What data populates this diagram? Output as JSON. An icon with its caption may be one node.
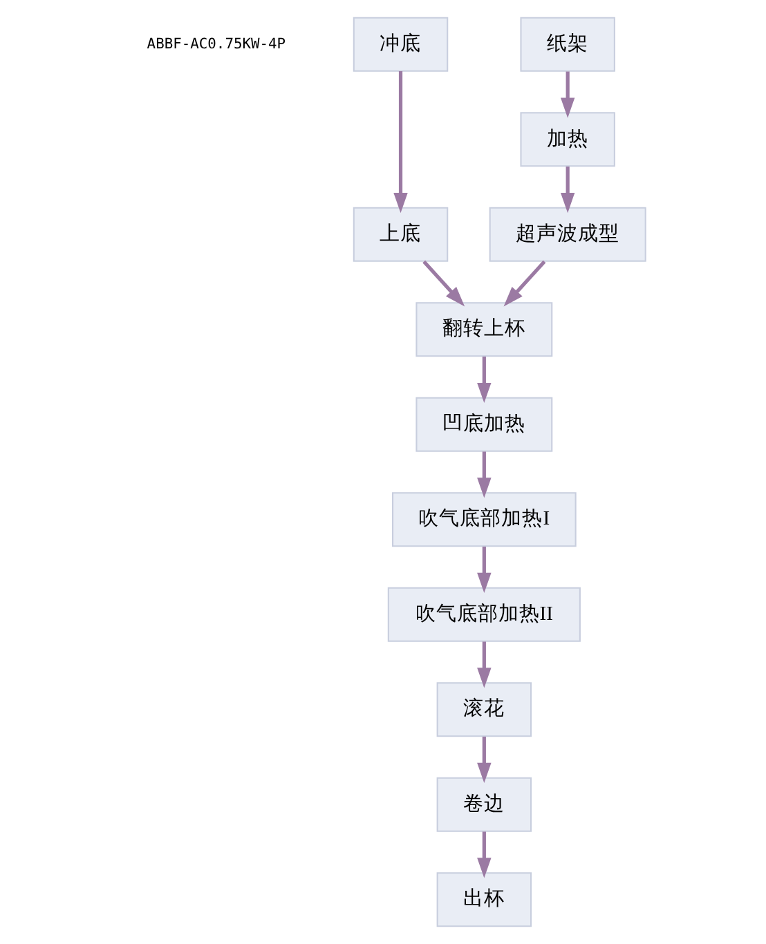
{
  "diagram": {
    "nodes": [
      {
        "text": [
          "冲底"
        ]
      },
      {
        "text": [
          "上底"
        ]
      },
      {
        "text": [
          "纸架"
        ]
      },
      {
        "text": [
          "加热"
        ]
      },
      {
        "text": [
          "超声波成型"
        ]
      },
      {
        "text": [
          "翻转上杯"
        ]
      },
      {
        "text": [
          "凹底加热"
        ]
      },
      {
        "text": [
          "吹气底部加热I"
        ]
      },
      {
        "text": [
          "吹气底部加热II"
        ]
      },
      {
        "text": [
          "滚花"
        ]
      },
      {
        "text": [
          "卷边"
        ]
      },
      {
        "text": [
          "出杯"
        ]
      }
    ],
    "edges": [
      {
        "from": 0,
        "to": 1,
        "arrow": "to"
      },
      {
        "from": 2,
        "to": 3,
        "arrow": "to"
      },
      {
        "from": 3,
        "to": 4,
        "arrow": "to"
      },
      {
        "from": 1,
        "to": 5,
        "arrow": "to"
      },
      {
        "from": 4,
        "to": 5,
        "arrow": "to"
      },
      {
        "from": 5,
        "to": 6,
        "arrow": "to"
      },
      {
        "from": 6,
        "to": 7,
        "arrow": "to"
      },
      {
        "from": 7,
        "to": 8,
        "arrow": "to"
      },
      {
        "from": 8,
        "to": 9,
        "arrow": "to"
      },
      {
        "from": 9,
        "to": 10,
        "arrow": "to"
      },
      {
        "from": 10,
        "to": 11,
        "arrow": "to"
      }
    ],
    "labels": [
      "ABBF-AC0.75KW-4P"
    ]
  }
}
